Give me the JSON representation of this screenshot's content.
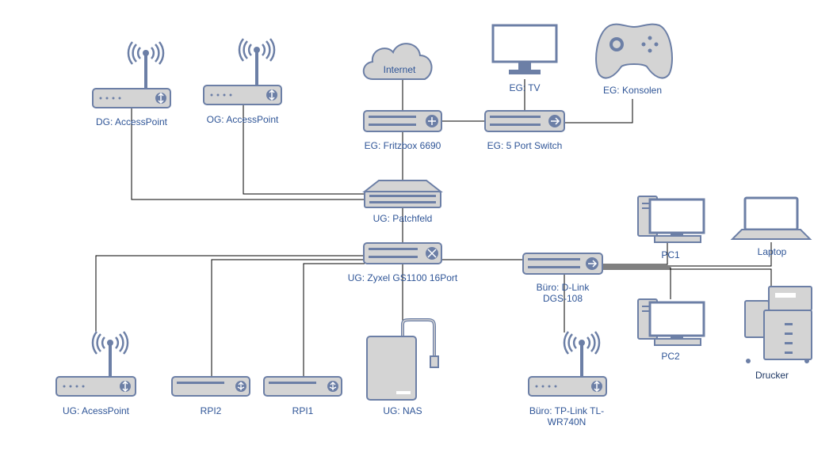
{
  "nodes": {
    "dg_ap": {
      "label": "DG: AccessPoint"
    },
    "og_ap": {
      "label": "OG: AccessPoint"
    },
    "internet": {
      "label": "Internet"
    },
    "eg_tv": {
      "label": "EG: TV"
    },
    "eg_konsolen": {
      "label": "EG: Konsolen"
    },
    "eg_fritzbox": {
      "label": "EG: Fritzbox 6690"
    },
    "eg_switch": {
      "label": "EG: 5 Port Switch"
    },
    "ug_patchfeld": {
      "label": "UG: Patchfeld"
    },
    "ug_zyxel": {
      "label": "UG: Zyxel GS1100 16Port"
    },
    "buero_dlink": {
      "label_line1": "Büro: D-Link",
      "label_line2": "DGS-108"
    },
    "pc1": {
      "label": "PC1"
    },
    "laptop": {
      "label": "Laptop"
    },
    "pc2": {
      "label": "PC2"
    },
    "drucker": {
      "label": "Drucker"
    },
    "ug_ap": {
      "label": "UG: AcessPoint"
    },
    "rpi2": {
      "label": "RPI2"
    },
    "rpi1": {
      "label": "RPI1"
    },
    "ug_nas": {
      "label": "UG: NAS"
    },
    "buero_tplink": {
      "label_line1": "Büro: TP-Link TL-",
      "label_line2": "WR740N"
    }
  },
  "colors": {
    "device_fill": "#d4d4d4",
    "device_stroke": "#6c7fa6",
    "label": "#2f5597",
    "edge": "#000000"
  }
}
